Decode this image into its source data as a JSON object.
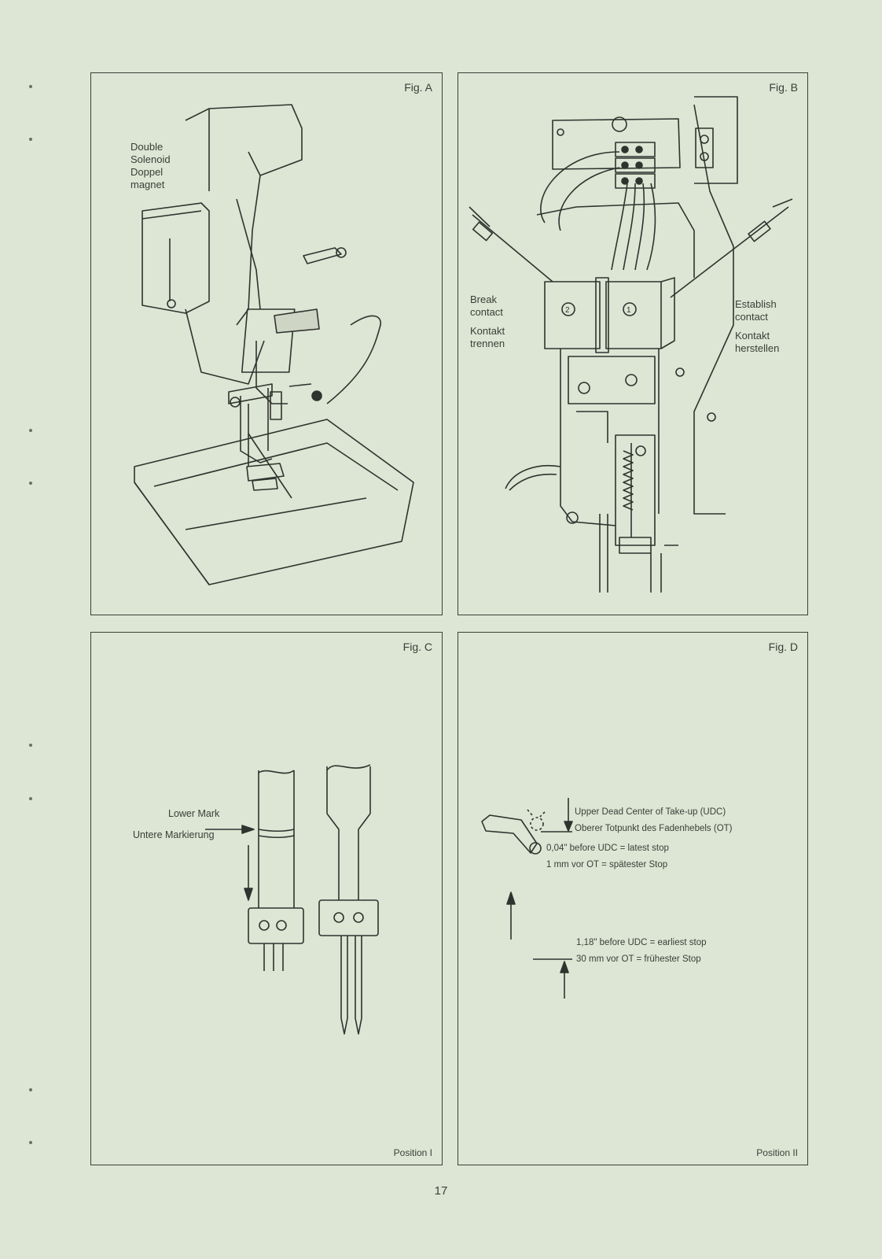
{
  "fig_a": {
    "title": "Fig. A",
    "solenoid_en_1": "Double",
    "solenoid_en_2": "Solenoid",
    "solenoid_de_1": "Doppel",
    "solenoid_de_2": "magnet"
  },
  "fig_b": {
    "title": "Fig. B",
    "break_en_1": "Break",
    "break_en_2": "contact",
    "break_de_1": "Kontakt",
    "break_de_2": "trennen",
    "establish_en_1": "Establish",
    "establish_en_2": "contact",
    "establish_de_1": "Kontakt",
    "establish_de_2": "herstellen"
  },
  "fig_c": {
    "title": "Fig. C",
    "lower_mark_en": "Lower Mark",
    "lower_mark_de": "Untere Markierung",
    "position": "Position I"
  },
  "fig_d": {
    "title": "Fig. D",
    "udc_en": "Upper Dead Center of Take-up (UDC)",
    "udc_de": "Oberer Totpunkt des Fadenhebels (OT)",
    "latest_en": "0,04\" before UDC = latest stop",
    "latest_de": "1 mm vor OT = spätester Stop",
    "earliest_en": "1,18\" before UDC = earliest stop",
    "earliest_de": "30 mm vor OT = frühester Stop",
    "position": "Position II"
  },
  "page_number": "17"
}
